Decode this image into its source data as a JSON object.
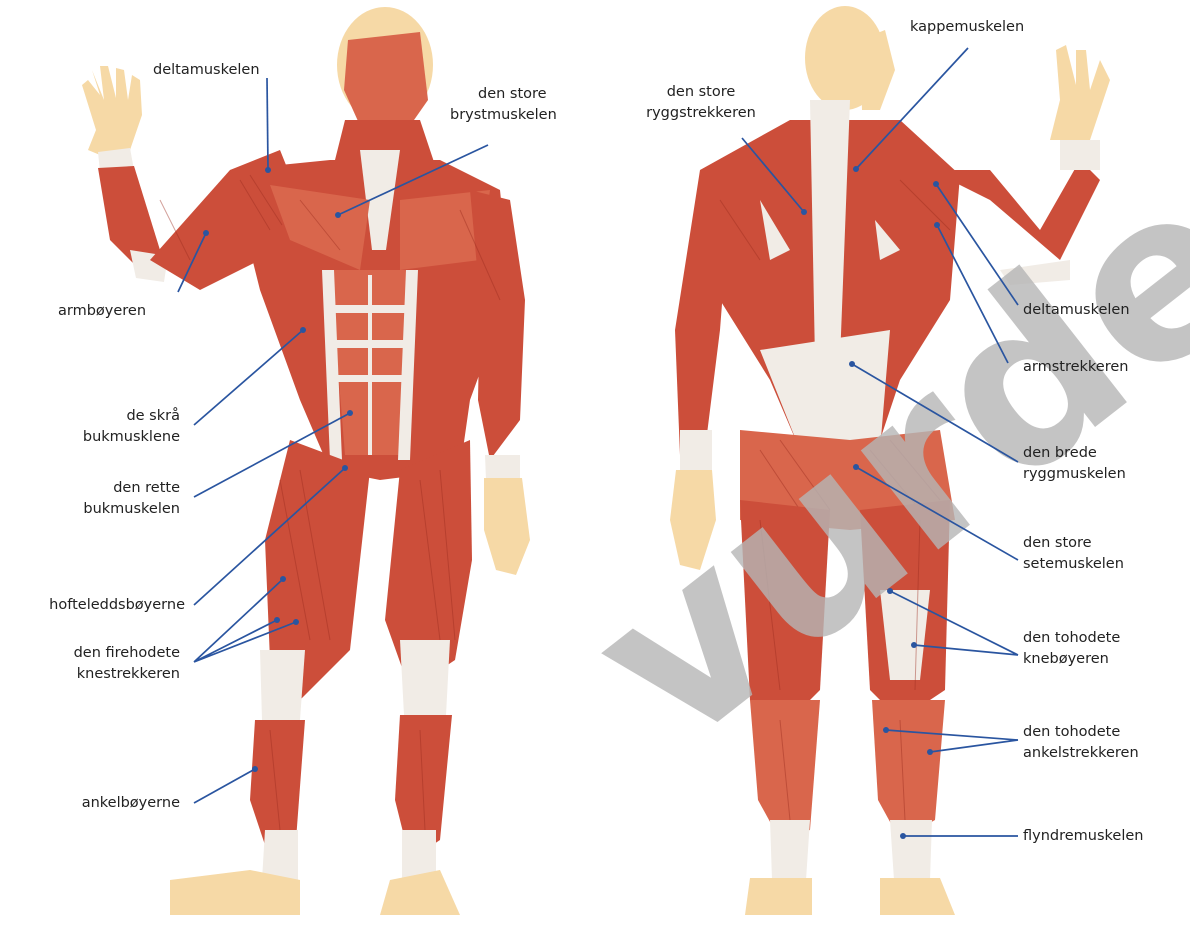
{
  "watermark": "vurdering",
  "front": {
    "labels": {
      "deltoid": "deltamuskelen",
      "pectoral": [
        "den store",
        "brystmuskelen"
      ],
      "biceps": "armbøyeren",
      "oblique": [
        "de skrå",
        "bukmusklene"
      ],
      "rectus": [
        "den rette",
        "bukmuskelen"
      ],
      "hipflexors": "hofteleddsbøyerne",
      "quadriceps": [
        "den firehodete",
        "knestrekkeren"
      ],
      "ankleflexors": "ankelbøyerne"
    }
  },
  "back": {
    "labels": {
      "trapezius": "kappemuskelen",
      "erector": [
        "den store",
        "ryggstrekkeren"
      ],
      "deltoid": "deltamuskelen",
      "triceps": "armstrekkeren",
      "latissimus": [
        "den brede",
        "ryggmuskelen"
      ],
      "gluteus": [
        "den store",
        "setemuskelen"
      ],
      "hamstrings": [
        "den tohodete",
        "knebøyeren"
      ],
      "gastrocnemius": [
        "den tohodete",
        "ankelstrekkeren"
      ],
      "soleus": "flyndremuskelen"
    }
  },
  "colors": {
    "leader": "#2a55a0",
    "muscle": "#cc4e3a",
    "tendon": "#f1ece6",
    "skin": "#f6d9a6"
  }
}
